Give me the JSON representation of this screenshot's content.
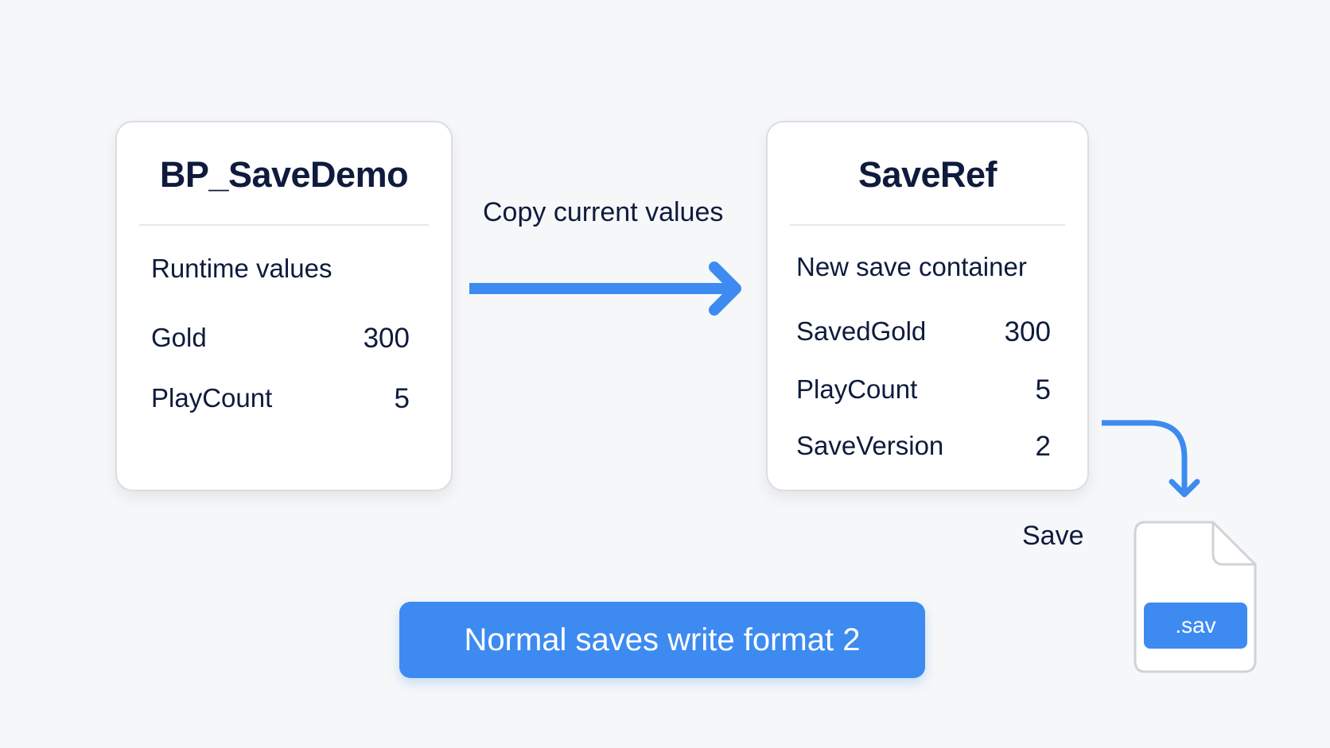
{
  "source_card": {
    "title": "BP_SaveDemo",
    "subtitle": "Runtime values",
    "rows": [
      {
        "label": "Gold",
        "value": "300"
      },
      {
        "label": "PlayCount",
        "value": "5"
      }
    ]
  },
  "copy_step": {
    "label": "Copy current values"
  },
  "target_card": {
    "title": "SaveRef",
    "subtitle": "New save container",
    "rows": [
      {
        "label": "SavedGold",
        "value": "300"
      },
      {
        "label": "PlayCount",
        "value": "5"
      },
      {
        "label": "SaveVersion",
        "value": "2"
      }
    ]
  },
  "save_step": {
    "label": "Save"
  },
  "file": {
    "extension": ".sav",
    "icon": "document-icon"
  },
  "banner": {
    "text": "Normal saves write format 2"
  },
  "colors": {
    "accent": "#3d8bf0",
    "text": "#0f1b3d",
    "background": "#f6f7f8"
  }
}
